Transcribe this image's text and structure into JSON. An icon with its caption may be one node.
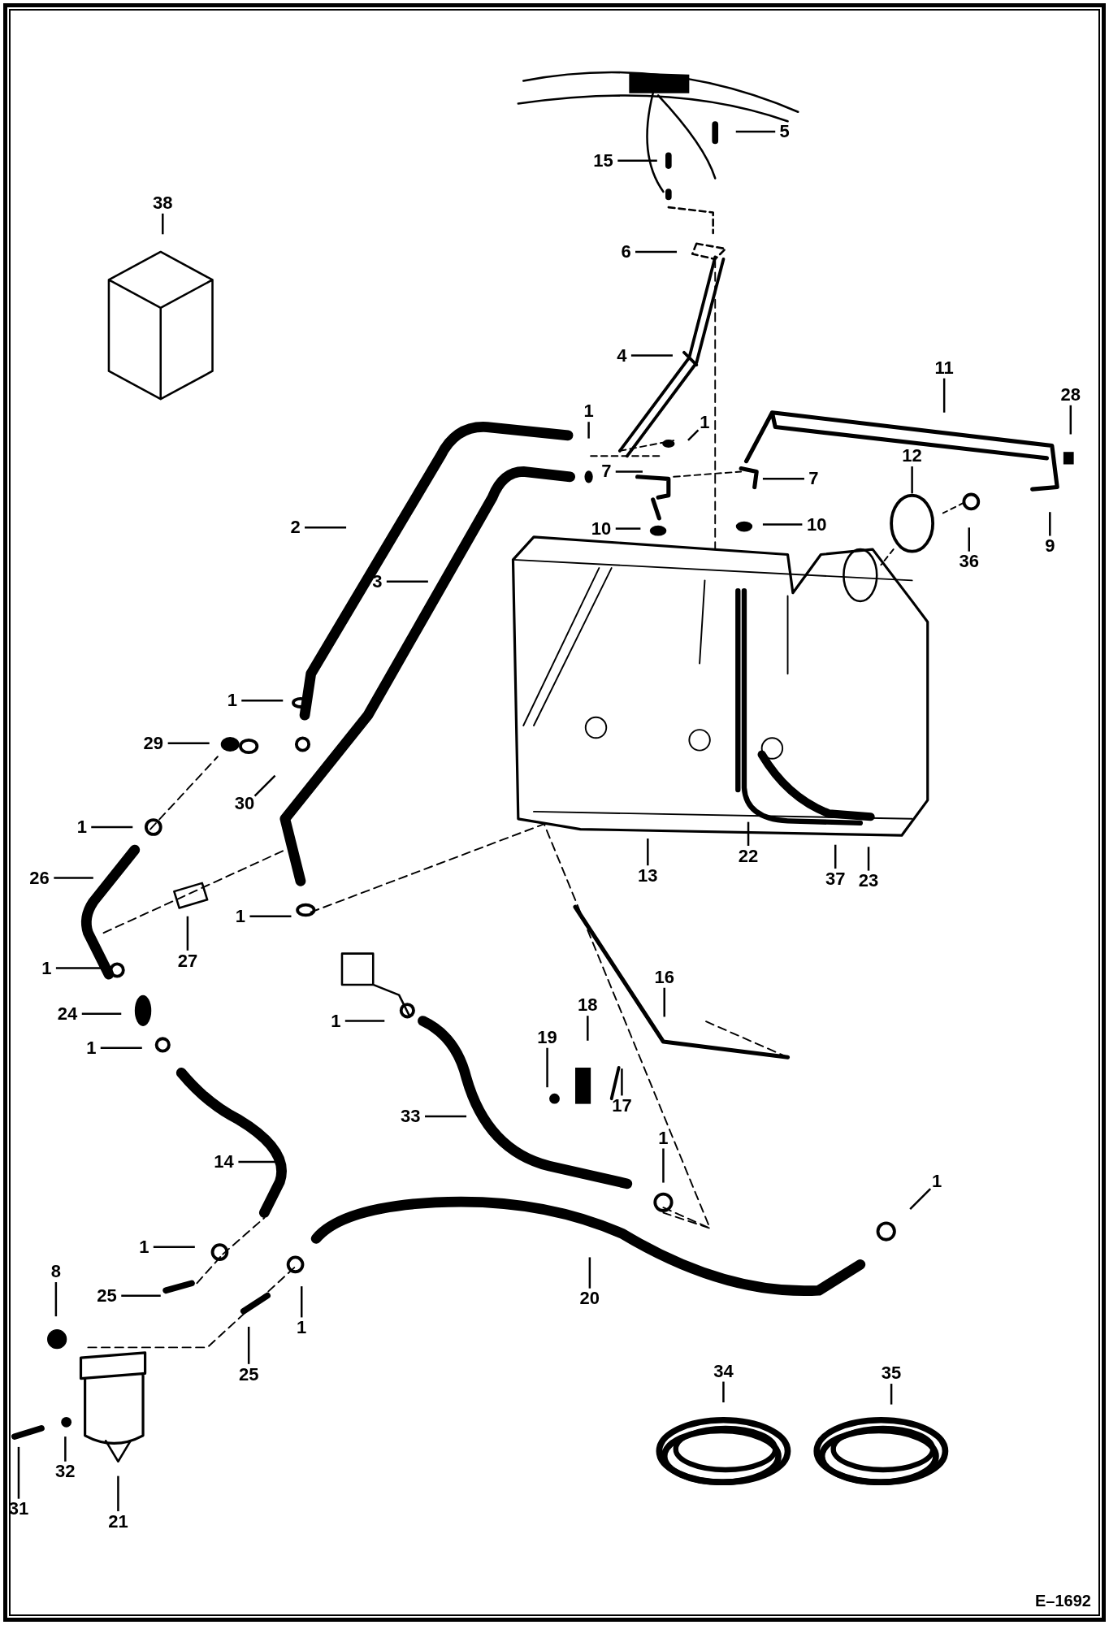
{
  "diagram": {
    "nodes": [
      {
        "text": [
          "5"
        ]
      },
      {
        "text": [
          "15"
        ]
      },
      {
        "text": [
          "38"
        ]
      },
      {
        "text": [
          "6"
        ]
      },
      {
        "text": [
          "4"
        ]
      },
      {
        "text": [
          "11"
        ]
      },
      {
        "text": [
          "28"
        ]
      },
      {
        "text": [
          "1"
        ]
      },
      {
        "text": [
          "1"
        ]
      },
      {
        "text": [
          "12"
        ]
      },
      {
        "text": [
          "7"
        ]
      },
      {
        "text": [
          "7"
        ]
      },
      {
        "text": [
          "10"
        ]
      },
      {
        "text": [
          "2"
        ]
      },
      {
        "text": [
          "10"
        ]
      },
      {
        "text": [
          "9"
        ]
      },
      {
        "text": [
          "36"
        ]
      },
      {
        "text": [
          "3"
        ]
      },
      {
        "text": [
          "1"
        ]
      },
      {
        "text": [
          "29"
        ]
      },
      {
        "text": [
          "30"
        ]
      },
      {
        "text": [
          "1"
        ]
      },
      {
        "text": [
          "22"
        ]
      },
      {
        "text": [
          "13"
        ]
      },
      {
        "text": [
          "26"
        ]
      },
      {
        "text": [
          "37"
        ]
      },
      {
        "text": [
          "23"
        ]
      },
      {
        "text": [
          "1"
        ]
      },
      {
        "text": [
          "27"
        ]
      },
      {
        "text": [
          "16"
        ]
      },
      {
        "text": [
          "1"
        ]
      },
      {
        "text": [
          "18"
        ]
      },
      {
        "text": [
          "24"
        ]
      },
      {
        "text": [
          "1"
        ]
      },
      {
        "text": [
          "19"
        ]
      },
      {
        "text": [
          "1"
        ]
      },
      {
        "text": [
          "17"
        ]
      },
      {
        "text": [
          "33"
        ]
      },
      {
        "text": [
          "1"
        ]
      },
      {
        "text": [
          "14"
        ]
      },
      {
        "text": [
          "1"
        ]
      },
      {
        "text": [
          "1"
        ]
      },
      {
        "text": [
          "8"
        ]
      },
      {
        "text": [
          "25"
        ]
      },
      {
        "text": [
          "20"
        ]
      },
      {
        "text": [
          "1"
        ]
      },
      {
        "text": [
          "25"
        ]
      },
      {
        "text": [
          "34"
        ]
      },
      {
        "text": [
          "35"
        ]
      },
      {
        "text": [
          "32"
        ]
      },
      {
        "text": [
          "31"
        ]
      },
      {
        "text": [
          "21"
        ]
      }
    ],
    "edges": [
      {
        "from": 0,
        "to": null,
        "arrow": "none"
      },
      {
        "from": 1,
        "to": null,
        "arrow": "none"
      },
      {
        "from": 2,
        "to": null,
        "arrow": "none"
      },
      {
        "from": 3,
        "to": null,
        "arrow": "none"
      },
      {
        "from": 4,
        "to": null,
        "arrow": "none"
      },
      {
        "from": 5,
        "to": null,
        "arrow": "none"
      },
      {
        "from": 6,
        "to": null,
        "arrow": "none"
      },
      {
        "from": 7,
        "to": null,
        "arrow": "none"
      },
      {
        "from": 8,
        "to": null,
        "arrow": "none"
      },
      {
        "from": 9,
        "to": null,
        "arrow": "none"
      },
      {
        "from": 10,
        "to": null,
        "arrow": "none"
      },
      {
        "from": 11,
        "to": null,
        "arrow": "none"
      },
      {
        "from": 12,
        "to": null,
        "arrow": "none"
      },
      {
        "from": 13,
        "to": null,
        "arrow": "none"
      },
      {
        "from": 14,
        "to": null,
        "arrow": "none"
      },
      {
        "from": 15,
        "to": null,
        "arrow": "none"
      },
      {
        "from": 16,
        "to": null,
        "arrow": "none"
      },
      {
        "from": 17,
        "to": null,
        "arrow": "none"
      },
      {
        "from": 18,
        "to": null,
        "arrow": "none"
      },
      {
        "from": 19,
        "to": null,
        "arrow": "none"
      },
      {
        "from": 20,
        "to": null,
        "arrow": "none"
      },
      {
        "from": 21,
        "to": null,
        "arrow": "none"
      },
      {
        "from": 22,
        "to": null,
        "arrow": "none"
      },
      {
        "from": 23,
        "to": null,
        "arrow": "none"
      },
      {
        "from": 24,
        "to": null,
        "arrow": "none"
      },
      {
        "from": 25,
        "to": null,
        "arrow": "none"
      },
      {
        "from": 26,
        "to": null,
        "arrow": "none"
      },
      {
        "from": 27,
        "to": null,
        "arrow": "none"
      },
      {
        "from": 28,
        "to": null,
        "arrow": "none"
      },
      {
        "from": 29,
        "to": null,
        "arrow": "none"
      },
      {
        "from": 30,
        "to": null,
        "arrow": "none"
      },
      {
        "from": 31,
        "to": null,
        "arrow": "none"
      },
      {
        "from": 32,
        "to": null,
        "arrow": "none"
      },
      {
        "from": 33,
        "to": null,
        "arrow": "none"
      },
      {
        "from": 34,
        "to": null,
        "arrow": "none"
      },
      {
        "from": 35,
        "to": null,
        "arrow": "none"
      },
      {
        "from": 36,
        "to": null,
        "arrow": "none"
      },
      {
        "from": 37,
        "to": null,
        "arrow": "none"
      },
      {
        "from": 38,
        "to": null,
        "arrow": "none"
      },
      {
        "from": 39,
        "to": null,
        "arrow": "none"
      },
      {
        "from": 40,
        "to": null,
        "arrow": "none"
      },
      {
        "from": 41,
        "to": null,
        "arrow": "none"
      },
      {
        "from": 42,
        "to": null,
        "arrow": "none"
      },
      {
        "from": 43,
        "to": null,
        "arrow": "none"
      },
      {
        "from": 44,
        "to": null,
        "arrow": "none"
      },
      {
        "from": 45,
        "to": null,
        "arrow": "none"
      },
      {
        "from": 46,
        "to": null,
        "arrow": "none"
      },
      {
        "from": 47,
        "to": null,
        "arrow": "none"
      },
      {
        "from": 48,
        "to": null,
        "arrow": "none"
      },
      {
        "from": 49,
        "to": null,
        "arrow": "none"
      },
      {
        "from": 50,
        "to": null,
        "arrow": "none"
      },
      {
        "from": 51,
        "to": null,
        "arrow": "none"
      }
    ],
    "labels": [
      "E–1692"
    ]
  }
}
